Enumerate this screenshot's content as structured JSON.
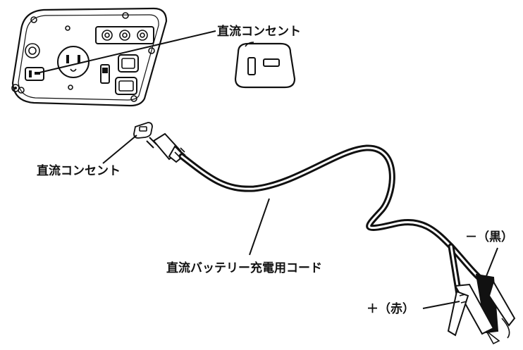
{
  "labels": {
    "dc_outlet_top": "直流コンセント",
    "dc_outlet_plug": "直流コンセント",
    "cord": "直流バッテリー充電用コード",
    "negative_clip": "－（黒）",
    "positive_clip": "＋（赤）"
  },
  "colors": {
    "line": "#111111",
    "background": "#ffffff"
  }
}
